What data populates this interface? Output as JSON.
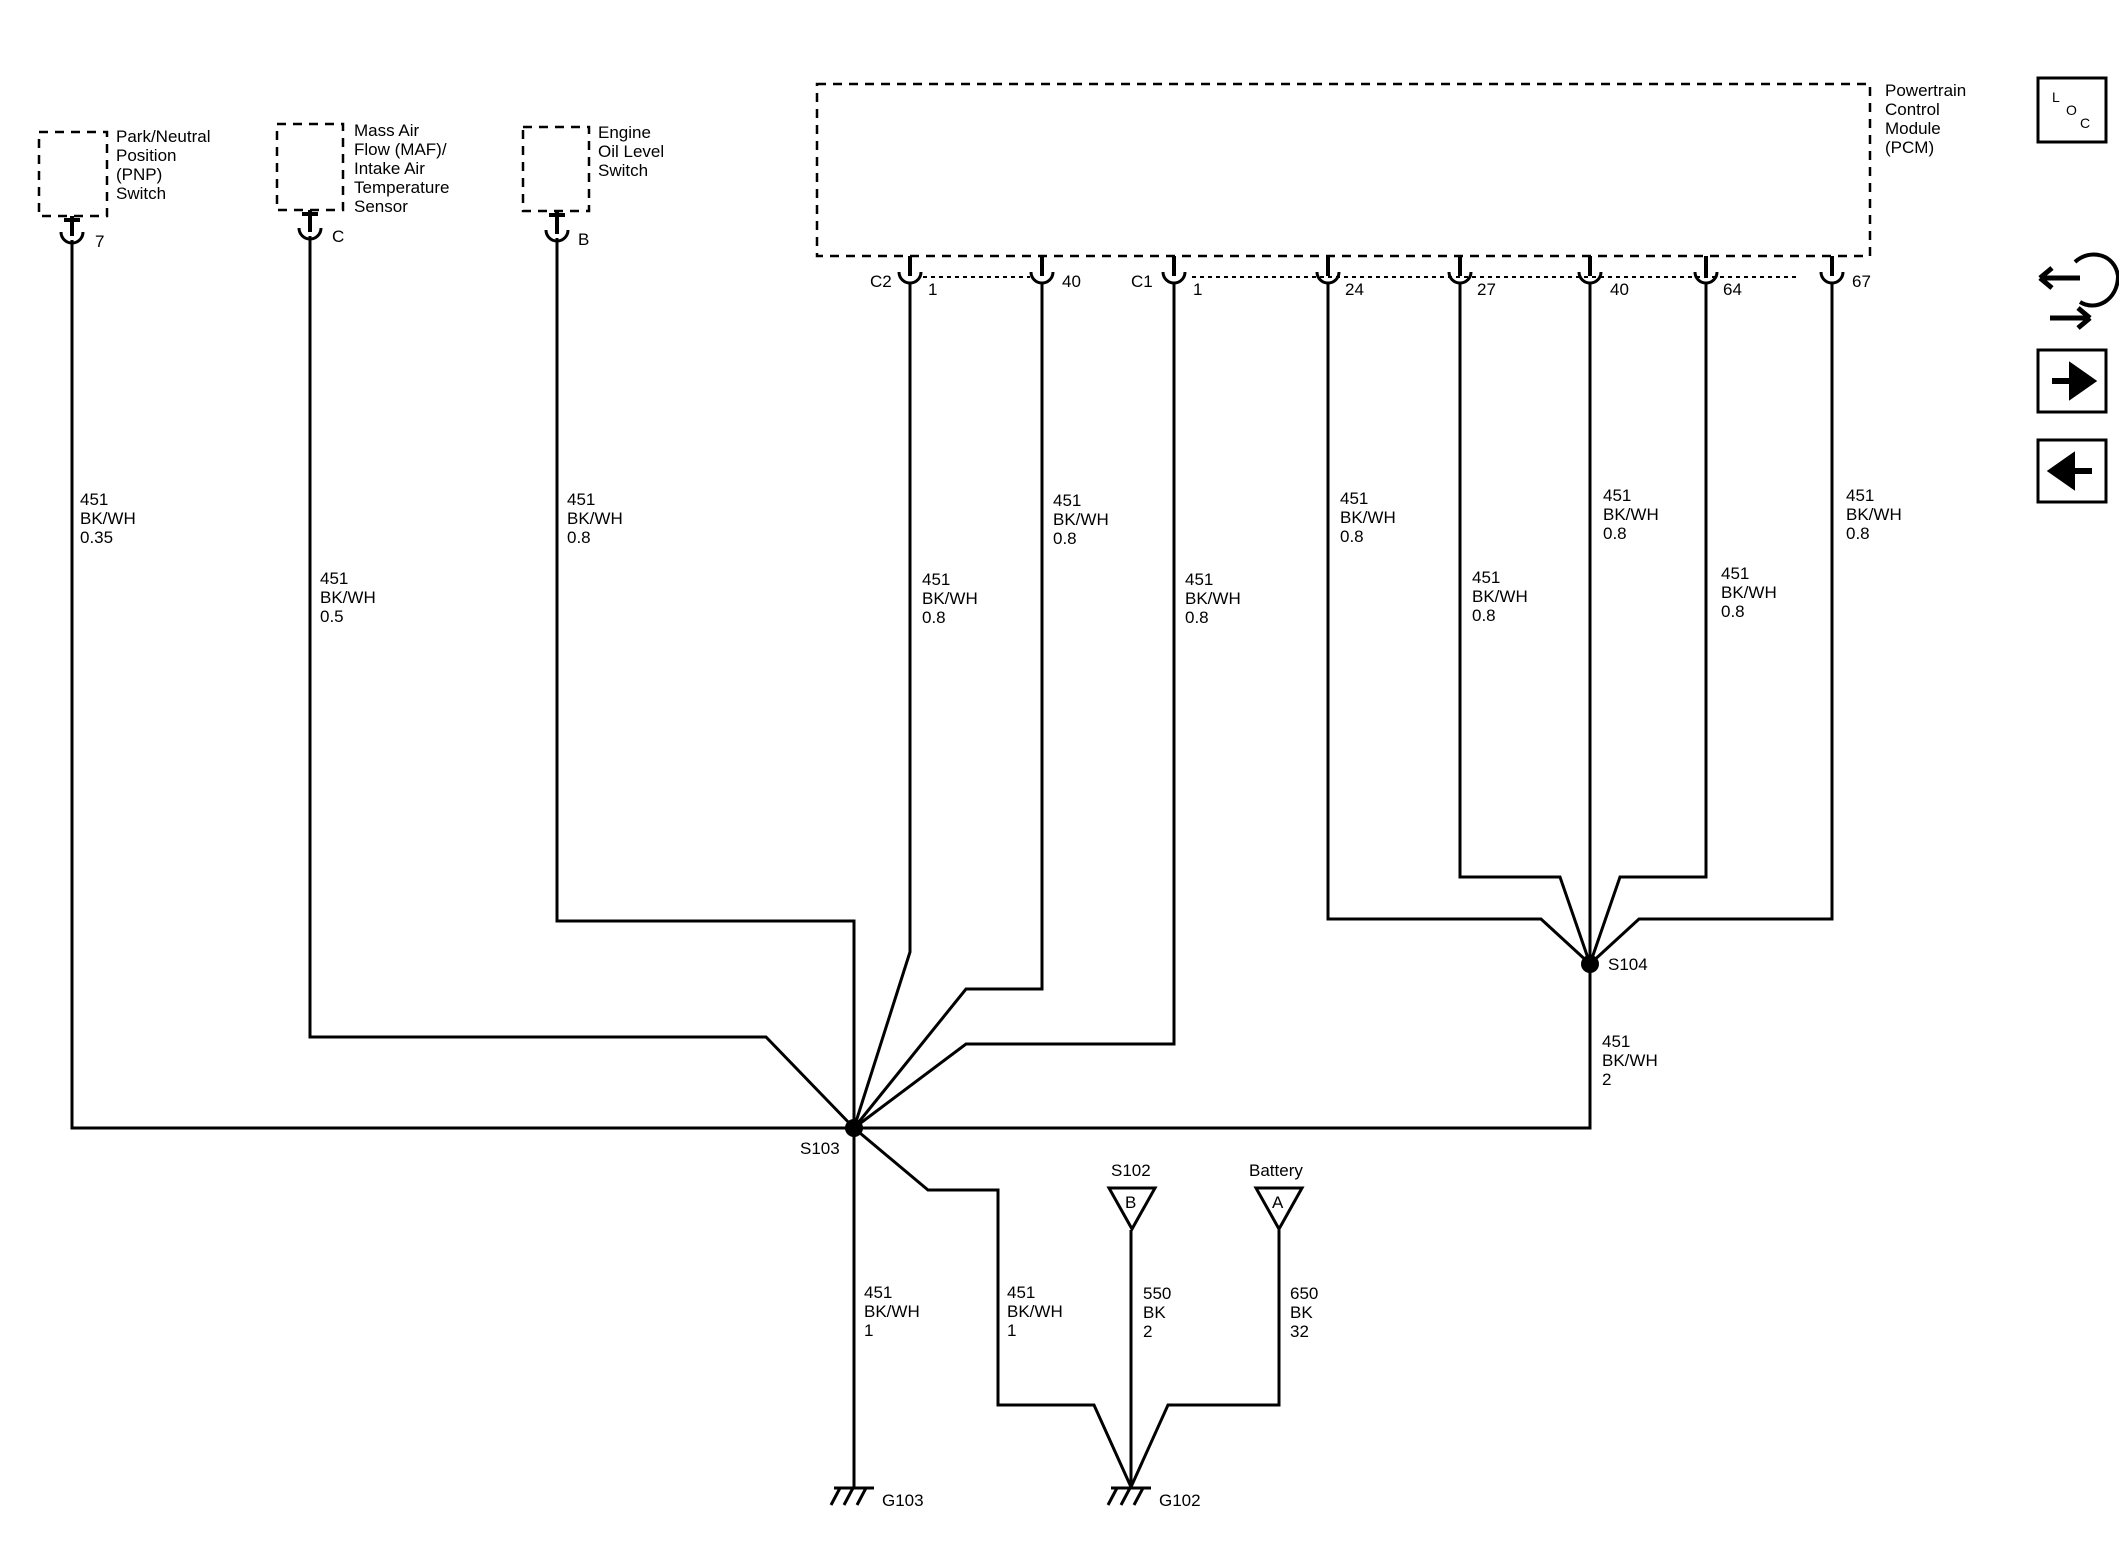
{
  "components": {
    "pnp": [
      "Park/Neutral",
      "Position",
      "(PNP)",
      "Switch"
    ],
    "maf": [
      "Mass Air",
      "Flow (MAF)/",
      "Intake Air",
      "Temperature",
      "Sensor"
    ],
    "oil": [
      "Engine",
      "Oil Level",
      "Switch"
    ],
    "pcm": [
      "Powertrain",
      "Control",
      "Module",
      "(PCM)"
    ]
  },
  "pins": {
    "pnp": "7",
    "maf": "C",
    "oil": "B",
    "c2_connector": "C2",
    "c2_1": "1",
    "c2_40": "40",
    "c1_connector": "C1",
    "c1_1": "1",
    "c1_24": "24",
    "c1_27": "27",
    "c1_40": "40",
    "c1_64": "64",
    "c1_67": "67"
  },
  "wires": {
    "pnp": [
      "451",
      "BK/WH",
      "0.35"
    ],
    "maf": [
      "451",
      "BK/WH",
      "0.5"
    ],
    "oil": [
      "451",
      "BK/WH",
      "0.8"
    ],
    "c2_1": [
      "451",
      "BK/WH",
      "0.8"
    ],
    "c2_40": [
      "451",
      "BK/WH",
      "0.8"
    ],
    "c1_1": [
      "451",
      "BK/WH",
      "0.8"
    ],
    "c1_24": [
      "451",
      "BK/WH",
      "0.8"
    ],
    "c1_27": [
      "451",
      "BK/WH",
      "0.8"
    ],
    "c1_40": [
      "451",
      "BK/WH",
      "0.8"
    ],
    "c1_64": [
      "451",
      "BK/WH",
      "0.8"
    ],
    "c1_67": [
      "451",
      "BK/WH",
      "0.8"
    ],
    "s104_s103": [
      "451",
      "BK/WH",
      "2"
    ],
    "s103_g103": [
      "451",
      "BK/WH",
      "1"
    ],
    "s103_g102": [
      "451",
      "BK/WH",
      "1"
    ],
    "s102_g102": [
      "550",
      "BK",
      "2"
    ],
    "battery_g102": [
      "650",
      "BK",
      "32"
    ]
  },
  "splices": {
    "s103": "S103",
    "s104": "S104"
  },
  "grounds": {
    "g103": "G103",
    "g102": "G102"
  },
  "external": {
    "s102": {
      "label": "S102",
      "letter": "B"
    },
    "battery": {
      "label": "Battery",
      "letter": "A"
    }
  },
  "nav": {
    "loc_icon": "loc-icon",
    "harness_icon": "harness-icon",
    "next_icon": "arrow-right-icon",
    "prev_icon": "arrow-left-icon",
    "loc_letters": [
      "L",
      "O",
      "C"
    ]
  }
}
